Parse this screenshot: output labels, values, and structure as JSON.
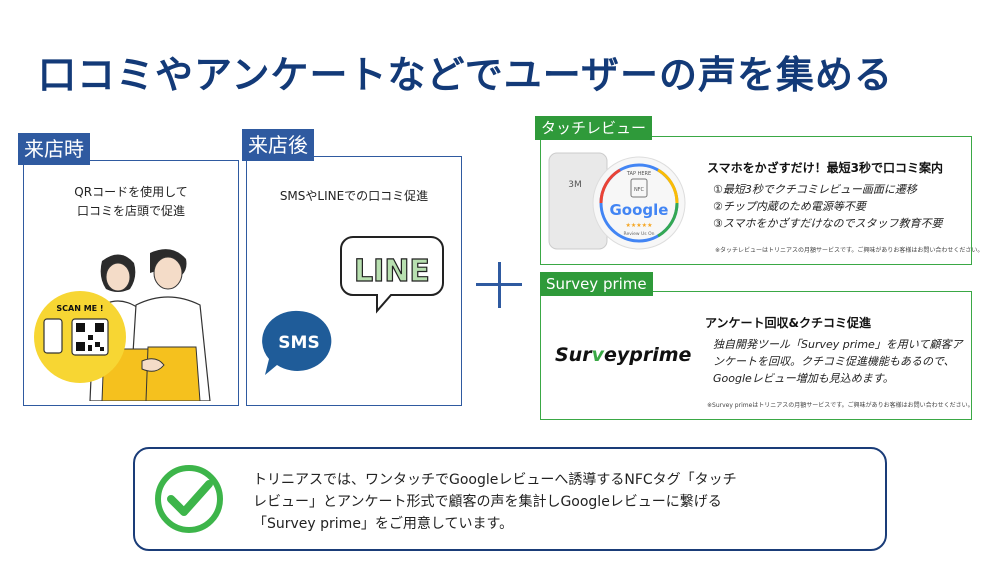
{
  "title": "口コミやアンケートなどでユーザーの声を集める",
  "before_visit": {
    "tag": "来店時",
    "desc_line1": "QRコードを使用して",
    "desc_line2": "口コミを店頭で促進",
    "scan_label": "SCAN ME !"
  },
  "after_visit": {
    "tag": "来店後",
    "desc": "SMSやLINEでの口コミ促進",
    "line_label": "LINE",
    "sms_label": "SMS"
  },
  "touch_review": {
    "tag": "タッチレビュー",
    "heading": "スマホをかざすだけ！最短3秒で口コミ案内",
    "items": [
      "①最短3秒でクチコミレビュー画面に遷移",
      "②チップ内蔵のため電源等不要",
      "③スマホをかざすだけなのでスタッフ教育不要"
    ],
    "note": "※タッチレビューはトリニアスの月額サービスです。ご興味がありお客様はお問い合わせください。",
    "sticker": {
      "tap_here": "TAP HERE",
      "nfc": "NFC",
      "google": "Google",
      "review_us": "Review Us On",
      "backing": "3M"
    }
  },
  "survey_prime": {
    "tag": "Survey prime",
    "heading": "アンケート回収&クチコミ促進",
    "lines": [
      "独自開発ツール「Survey prime」を用いて顧客ア",
      "ンケートを回収。クチコミ促進機能もあるので、",
      "Googleレビュー増加も見込めます。"
    ],
    "note": "※Survey primeはトリニアスの月額サービスです。ご興味がありお客様はお問い合わせください。",
    "logo_pre": "Sur",
    "logo_v": "v",
    "logo_post": "eyprime"
  },
  "summary": {
    "lines": [
      "トリニアスでは、ワンタッチでGoogleレビューへ誘導するNFCタグ「タッチ",
      "レビュー」とアンケート形式で顧客の声を集計しGoogleレビューに繋げる",
      "「Survey prime」をご用意しています。"
    ]
  },
  "colors": {
    "navy": "#133a78",
    "blue": "#2f5aa0",
    "green": "#2f9a3a",
    "yellow": "#f7d633",
    "check": "#3db54a"
  }
}
